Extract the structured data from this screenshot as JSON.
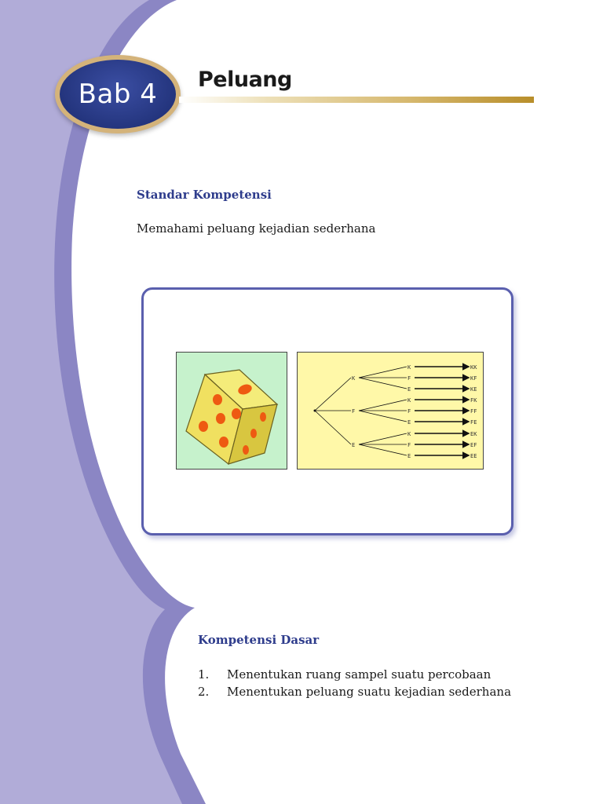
{
  "chapter": {
    "badge": "Bab 4",
    "title": "Peluang"
  },
  "standard": {
    "heading": "Standar Kompetensi",
    "text": "Memahami peluang kejadian sederhana"
  },
  "figure": {
    "tree": {
      "first_level": [
        "K",
        "F",
        "E"
      ],
      "second_level": [
        [
          "K",
          "F",
          "E"
        ],
        [
          "K",
          "F",
          "E"
        ],
        [
          "K",
          "F",
          "E"
        ]
      ],
      "outcomes": [
        "KK",
        "KF",
        "KE",
        "FK",
        "FF",
        "FE",
        "EK",
        "EF",
        "EE"
      ]
    }
  },
  "basic": {
    "heading": "Kompetensi Dasar",
    "items": [
      {
        "num": "1.",
        "text": "Menentukan ruang sampel suatu percobaan"
      },
      {
        "num": "2.",
        "text": "Menentukan peluang suatu kejadian sederhana"
      }
    ]
  },
  "colors": {
    "side_panel": "#b1acd8",
    "side_band": "#8b86c4",
    "badge": "#24357e",
    "heading": "#2e3c8c"
  }
}
